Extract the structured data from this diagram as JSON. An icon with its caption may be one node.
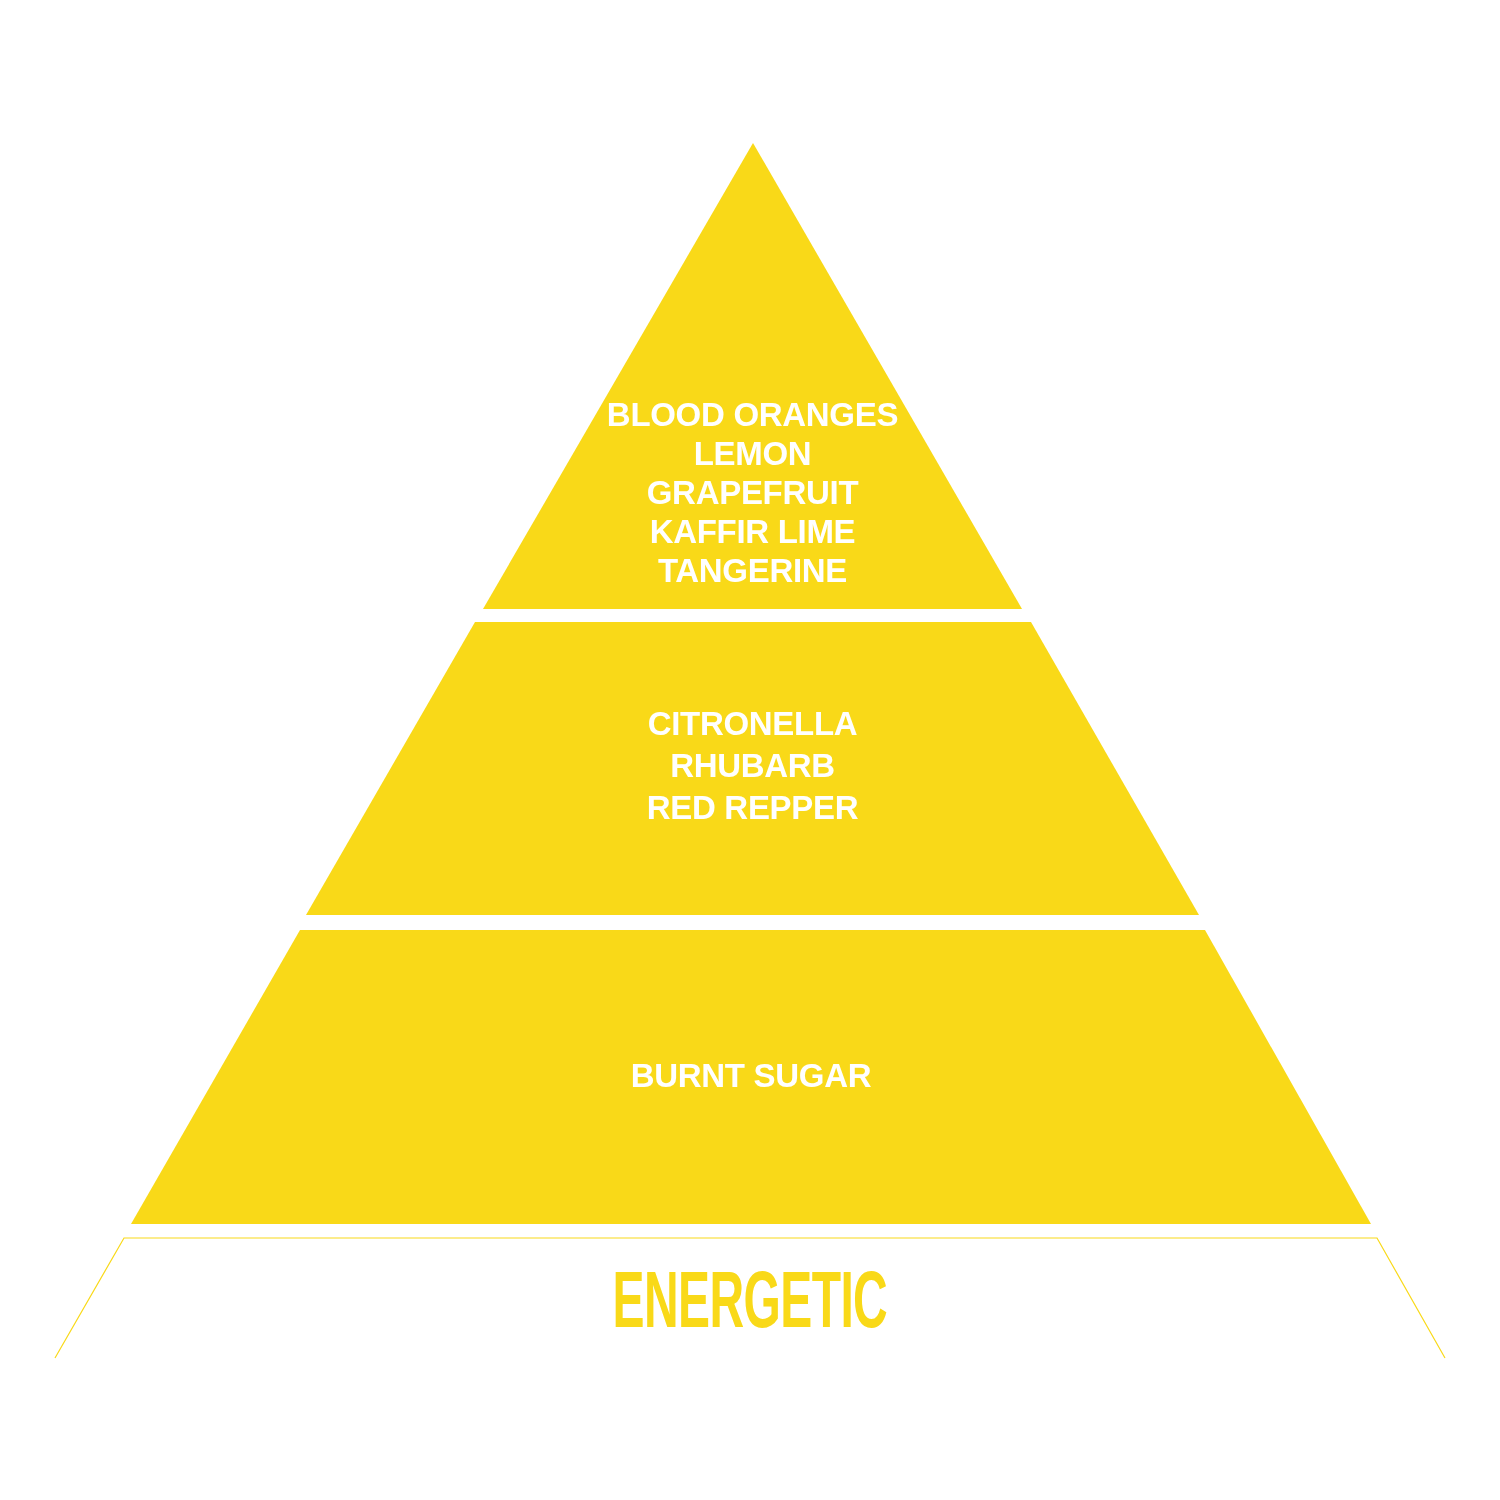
{
  "diagram": {
    "nodes": [
      {
        "text": [
          "BLOOD ORANGES",
          "LEMON",
          "GRAPEFRUIT",
          "KAFFIR LIME",
          "TANGERINE"
        ]
      },
      {
        "text": [
          "CITRONELLA",
          "RHUBARB",
          "RED REPPER"
        ]
      },
      {
        "text": [
          "BURNT SUGAR"
        ]
      },
      {
        "text": [
          "ENERGETIC"
        ]
      }
    ]
  }
}
